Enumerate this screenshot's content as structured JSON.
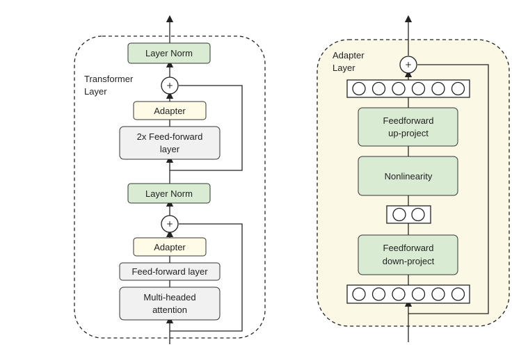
{
  "transformer": {
    "title_line1": "Transformer",
    "title_line2": "Layer",
    "layer_norm_top": "Layer Norm",
    "plus_top": "+",
    "adapter_top": "Adapter",
    "ff2x_line1": "2x Feed-forward",
    "ff2x_line2": "layer",
    "layer_norm_mid": "Layer Norm",
    "plus_bottom": "+",
    "adapter_bottom": "Adapter",
    "ff_layer": "Feed-forward layer",
    "mha_line1": "Multi-headed",
    "mha_line2": "attention"
  },
  "adapter": {
    "title_line1": "Adapter",
    "title_line2": "Layer",
    "plus": "+",
    "up_line1": "Feedforward",
    "up_line2": "up-project",
    "nonlinearity": "Nonlinearity",
    "down_line1": "Feedforward",
    "down_line2": "down-project",
    "top_vector_units": 6,
    "middle_vector_units": 2,
    "bottom_vector_units": 6
  },
  "colors": {
    "green_box": "#d9ecd3",
    "yellow_box": "#fffbe6",
    "gray_box": "#f1f1f1",
    "adapter_panel": "#fbf8e6"
  }
}
